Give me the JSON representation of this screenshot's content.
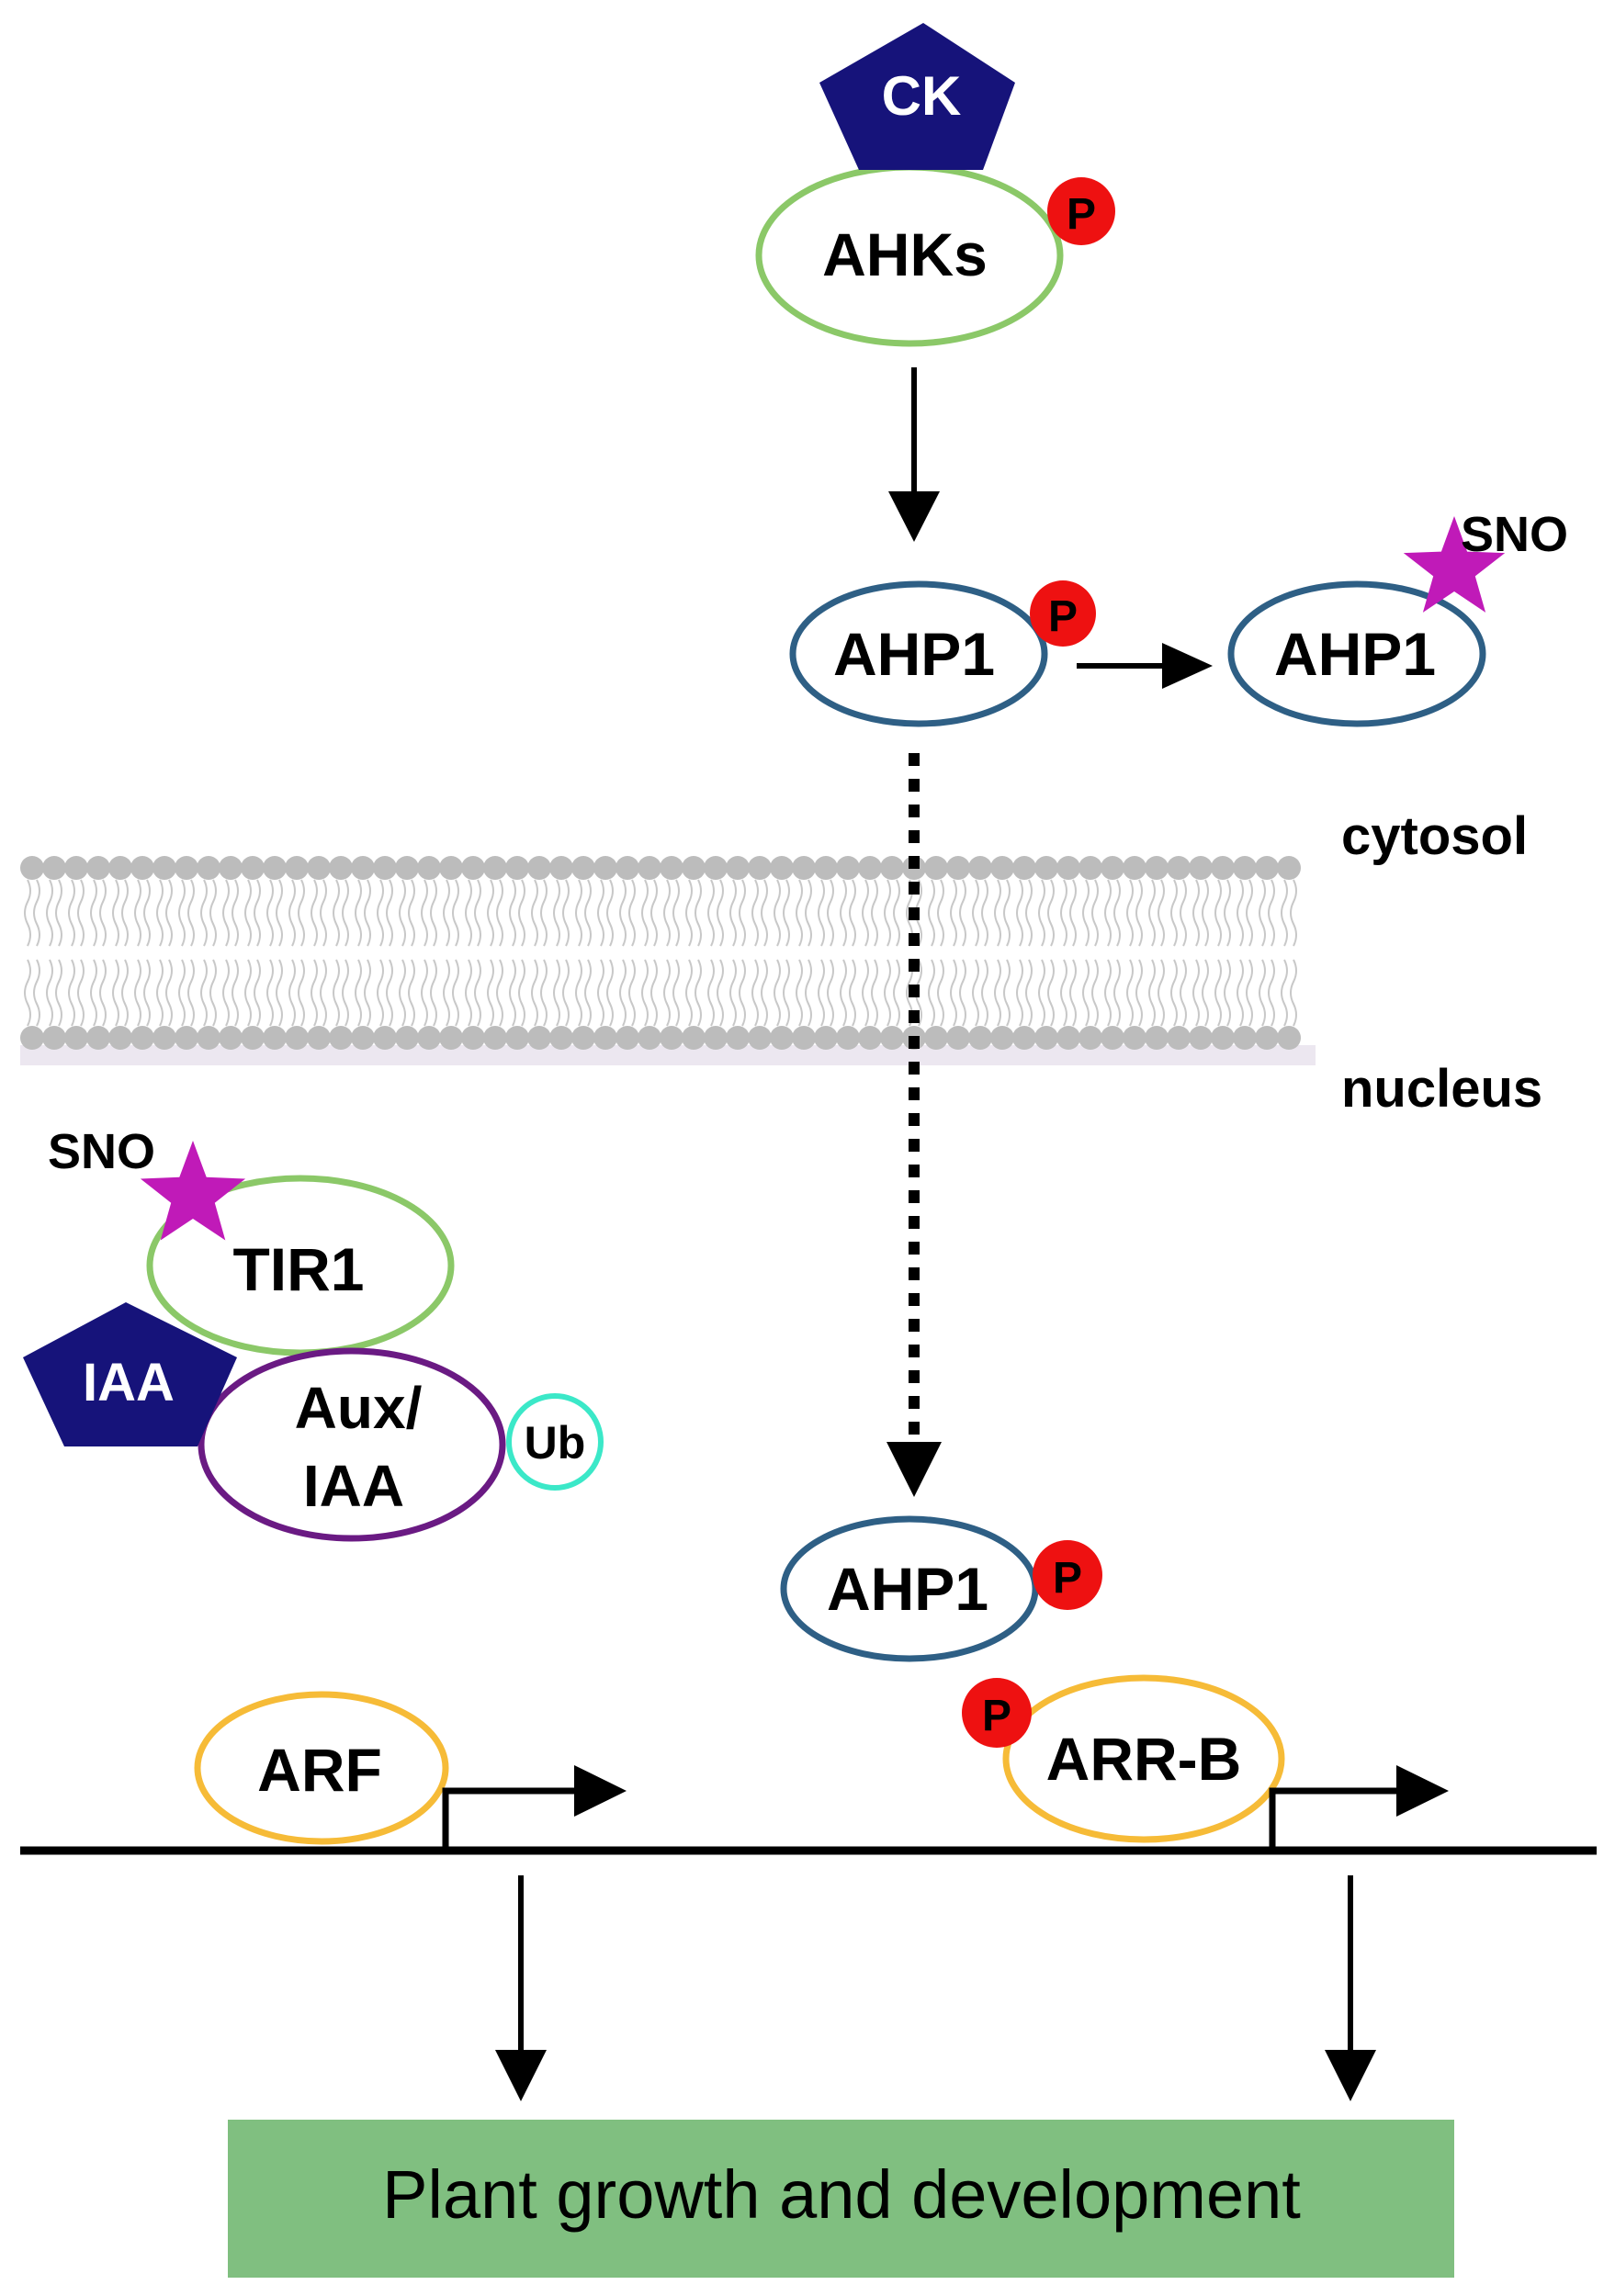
{
  "nodes": {
    "ck": "CK",
    "ahks": "AHKs",
    "ahp1_cytosol": "AHP1",
    "ahp1_sno": "AHP1",
    "ahp1_nucleus": "AHP1",
    "tir1": "TIR1",
    "iaa": "IAA",
    "aux_iaa_line1": "Aux/",
    "aux_iaa_line2": "IAA",
    "ub": "Ub",
    "arf": "ARF",
    "arr_b": "ARR-B"
  },
  "modifications": {
    "phospho": "P",
    "sno": "SNO"
  },
  "compartments": {
    "cytosol": "cytosol",
    "nucleus": "nucleus"
  },
  "outcome": "Plant growth and development",
  "colors": {
    "pentagon_fill": "#16137a",
    "ahk_outline": "#8bc868",
    "tir1_outline": "#8bc868",
    "ahp1_outline": "#2e5f85",
    "aux_iaa_outline": "#6a1a83",
    "ub_outline": "#3be8c8",
    "tf_outline": "#f6bb37",
    "phospho_fill": "#ee1111",
    "sno_star": "#c01ab8",
    "membrane_head": "#bcbcbc",
    "membrane_tail": "#c8c8c8",
    "outcome_fill": "#80bf80"
  }
}
